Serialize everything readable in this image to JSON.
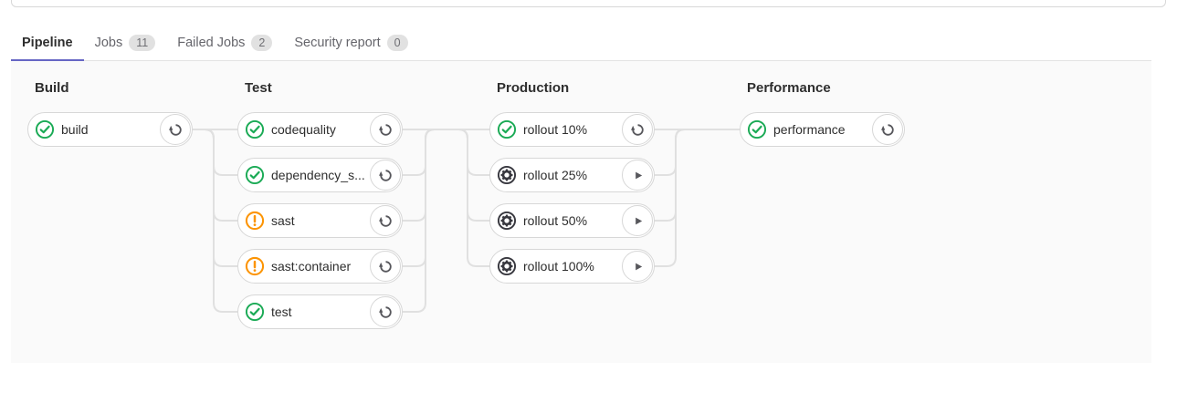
{
  "tabs": [
    {
      "label": "Pipeline",
      "badge": null,
      "active": true
    },
    {
      "label": "Jobs",
      "badge": "11",
      "active": false
    },
    {
      "label": "Failed Jobs",
      "badge": "2",
      "active": false
    },
    {
      "label": "Security report",
      "badge": "0",
      "active": false
    }
  ],
  "stages": [
    {
      "name": "Build",
      "jobs": [
        {
          "name": "build",
          "status": "success",
          "action": "retry"
        }
      ]
    },
    {
      "name": "Test",
      "jobs": [
        {
          "name": "codequality",
          "status": "success",
          "action": "retry"
        },
        {
          "name": "dependency_s...",
          "status": "success",
          "action": "retry"
        },
        {
          "name": "sast",
          "status": "warning",
          "action": "retry"
        },
        {
          "name": "sast:container",
          "status": "warning",
          "action": "retry"
        },
        {
          "name": "test",
          "status": "success",
          "action": "retry"
        }
      ]
    },
    {
      "name": "Production",
      "jobs": [
        {
          "name": "rollout 10%",
          "status": "success",
          "action": "retry"
        },
        {
          "name": "rollout 25%",
          "status": "manual",
          "action": "play"
        },
        {
          "name": "rollout 50%",
          "status": "manual",
          "action": "play"
        },
        {
          "name": "rollout 100%",
          "status": "manual",
          "action": "play"
        }
      ]
    },
    {
      "name": "Performance",
      "jobs": [
        {
          "name": "performance",
          "status": "success",
          "action": "retry"
        }
      ]
    }
  ],
  "colors": {
    "success": "#1aaa55",
    "warning": "#fc9403",
    "manual": "#38383f",
    "action": "#57575c",
    "connector": "#e0e0e0",
    "accent": "#6666c4"
  }
}
